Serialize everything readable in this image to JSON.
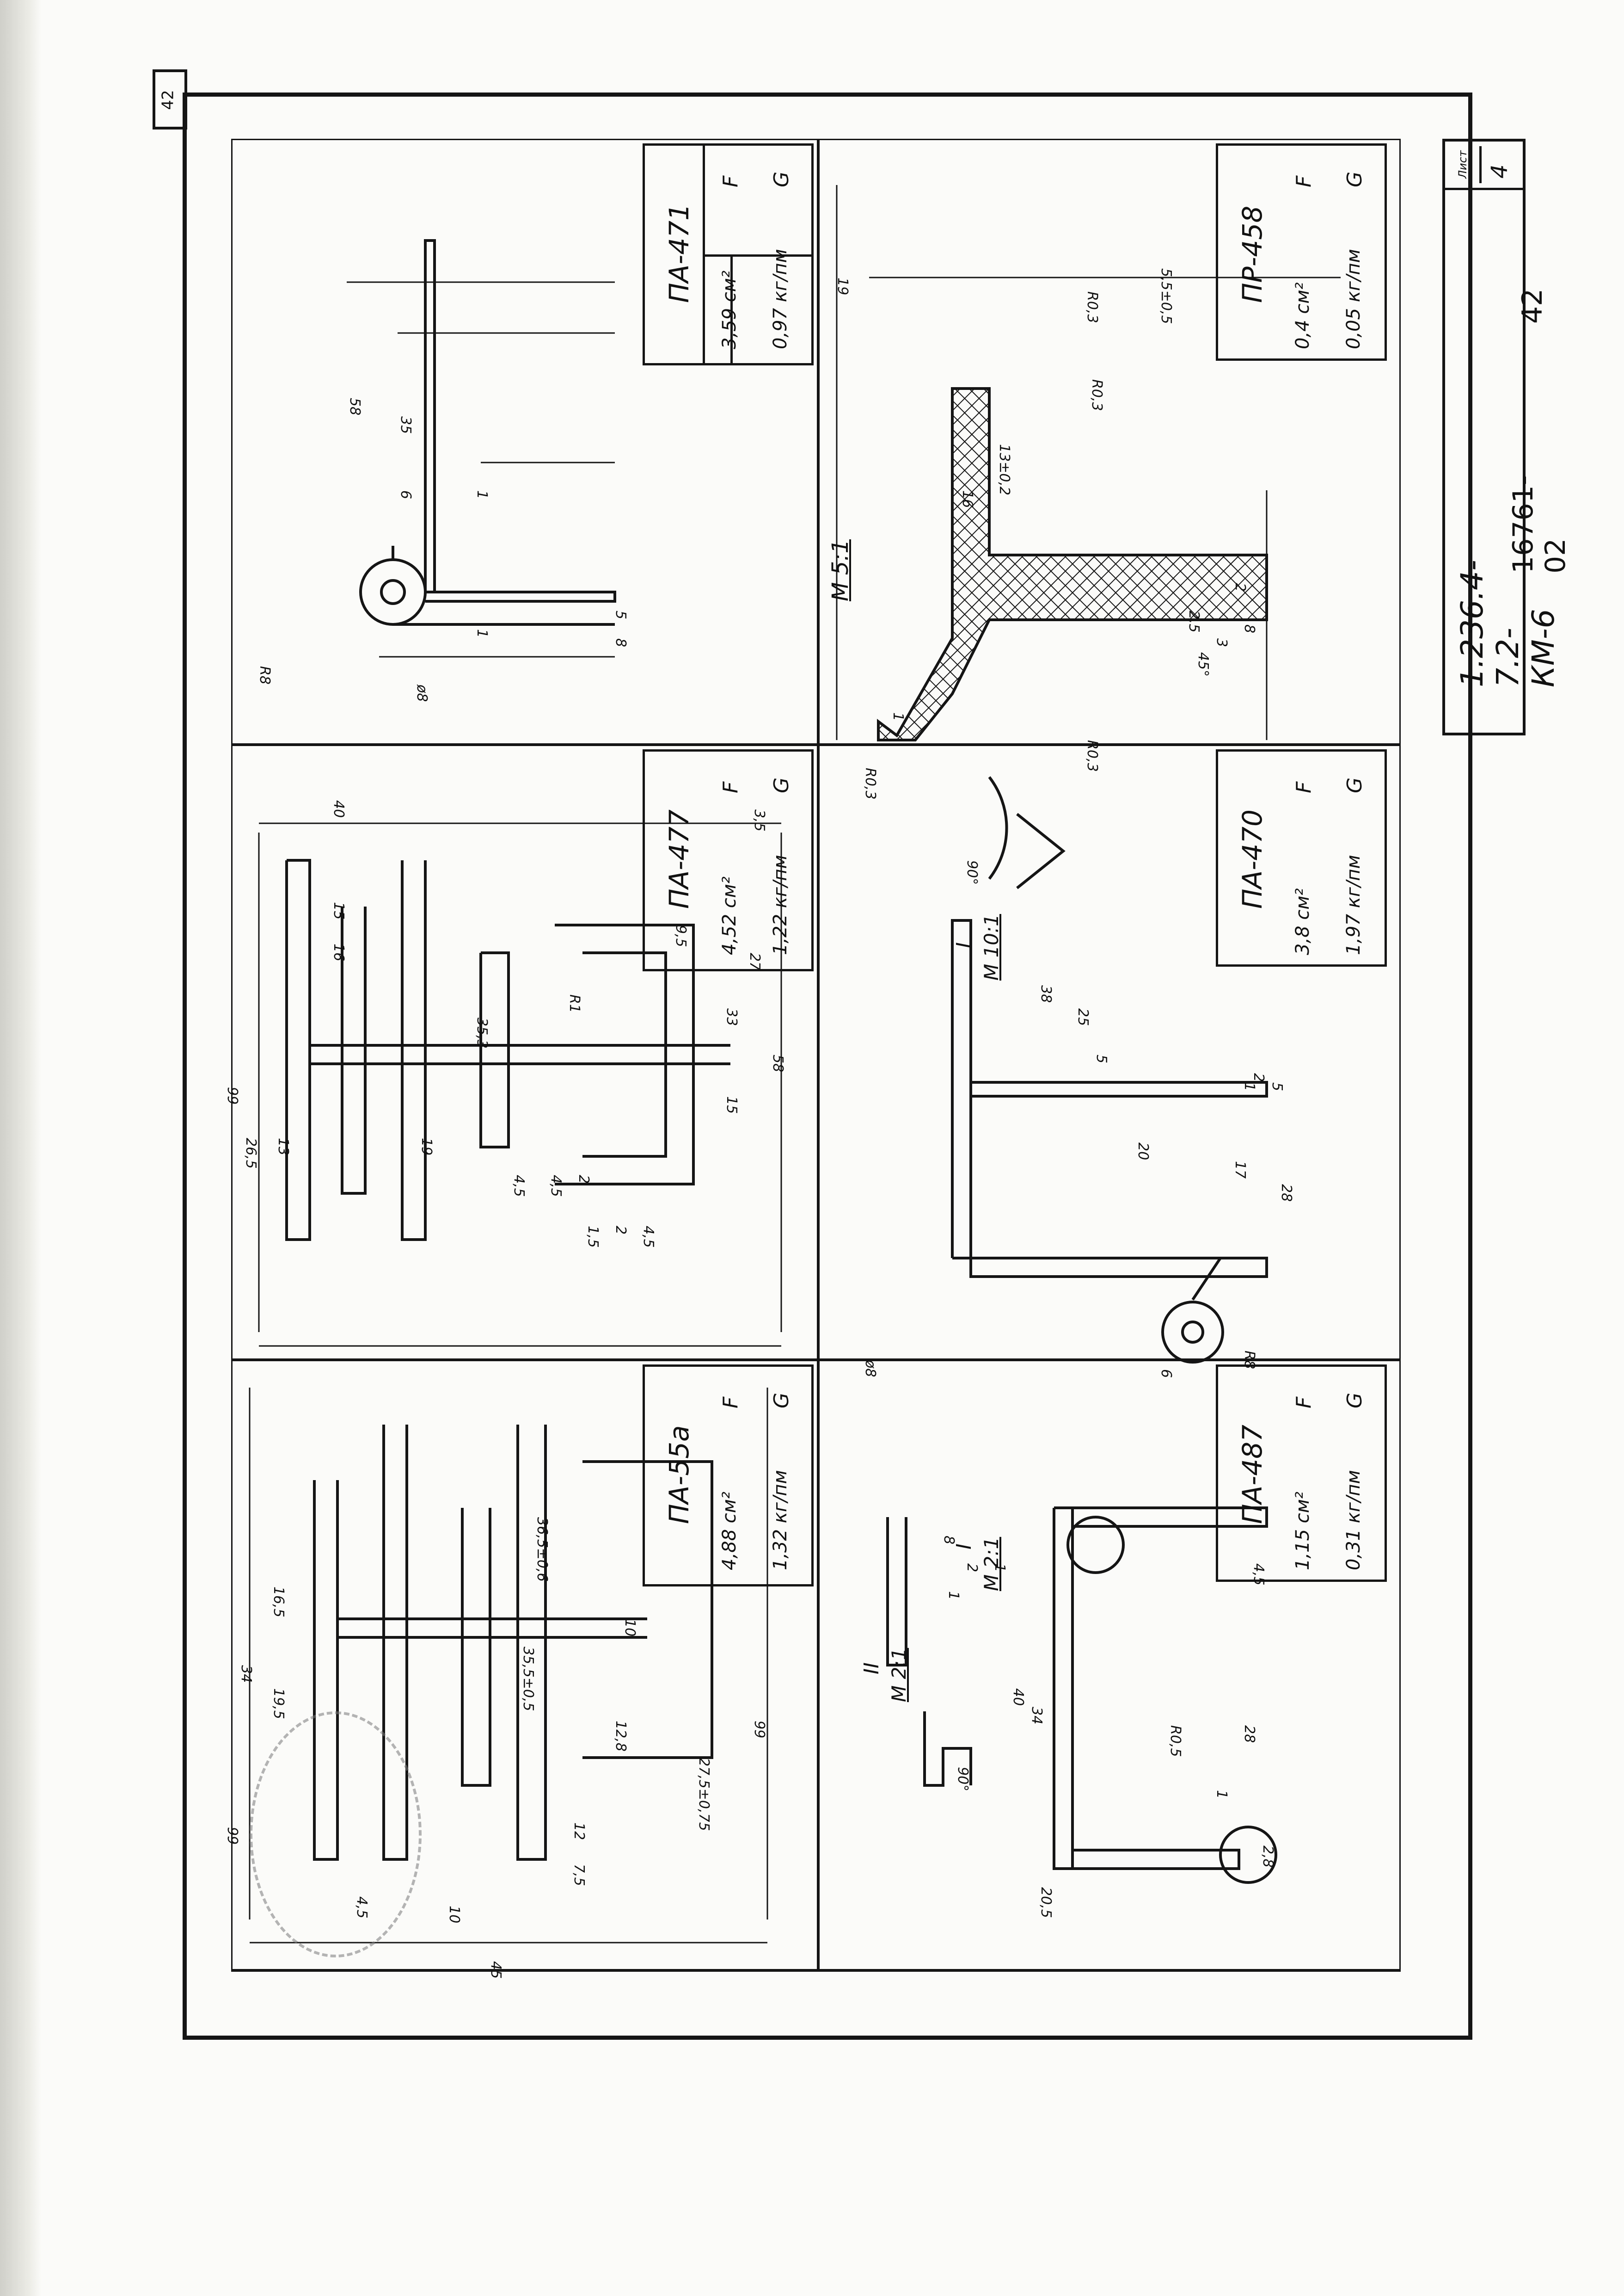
{
  "sheet": {
    "corner_tab": "42",
    "sheet_label": "Лист",
    "sheet_number": "4",
    "doc_code": "1.236.4-7.2-КМ-6",
    "archive_code": "16761-02",
    "page_number": "42"
  },
  "profiles": [
    {
      "id": "p471",
      "name": "ПА-471",
      "F_label": "F",
      "F": "3,59 см²",
      "G_label": "G",
      "G": "0,97 кг/пм",
      "dims": [
        "58",
        "35",
        "6",
        "R8",
        "ø8",
        "8",
        "5",
        "1",
        "1"
      ]
    },
    {
      "id": "p477",
      "name": "ПА-477",
      "F_label": "F",
      "F": "4,52 см²",
      "G_label": "G",
      "G": "1,22 кг/пм",
      "dims": [
        "40",
        "15",
        "16",
        "58",
        "33",
        "15",
        "26,5",
        "13",
        "19",
        "99",
        "4,5",
        "4,5",
        "2",
        "35,3",
        "R1",
        "9,5",
        "27",
        "3,5",
        "1,5",
        "2",
        "4,5"
      ]
    },
    {
      "id": "p55a",
      "name": "ПА-55а",
      "F_label": "F",
      "F": "4,88 см²",
      "G_label": "G",
      "G": "1,32 кг/пм",
      "dims": [
        "36,5±0,6",
        "99",
        "19,5",
        "16,5",
        "34",
        "35,5±0,5",
        "10",
        "12,8",
        "27,5±0,75",
        "45",
        "99",
        "10",
        "12",
        "7,5",
        "4,5"
      ]
    },
    {
      "id": "p458",
      "name": "ПР-458",
      "F_label": "F",
      "F": "0,4 см²",
      "G_label": "G",
      "G": "0,05 кг/пм",
      "scale_label": "М 5:1",
      "dims": [
        "19",
        "16",
        "13±0,2",
        "R0,3",
        "R0,3",
        "R0,3",
        "R0,3",
        "2",
        "2,5",
        "3",
        "8",
        "1",
        "45°",
        "5,5±0,5"
      ]
    },
    {
      "id": "p470",
      "name": "ПА-470",
      "F_label": "F",
      "F": "3,8 см²",
      "G_label": "G",
      "G": "1,97 кг/пм",
      "scale_label": "М 10:1",
      "detail_label": "I",
      "dims": [
        "38",
        "25",
        "28",
        "17",
        "20",
        "R8",
        "ø8",
        "6",
        "5",
        "1",
        "2",
        "90°",
        "5"
      ]
    },
    {
      "id": "p487",
      "name": "ПА-487",
      "F_label": "F",
      "F": "1,15 см²",
      "G_label": "G",
      "G": "0,31 кг/пм",
      "scale_label_1": "М 2:1",
      "scale_label_2": "М 2:1",
      "detail_label_1": "I",
      "detail_label_2": "II",
      "dims": [
        "40",
        "34",
        "28",
        "R0,5",
        "4,5",
        "2,8",
        "1",
        "20,5",
        "90°",
        "8",
        "2",
        "1",
        "1"
      ]
    }
  ]
}
